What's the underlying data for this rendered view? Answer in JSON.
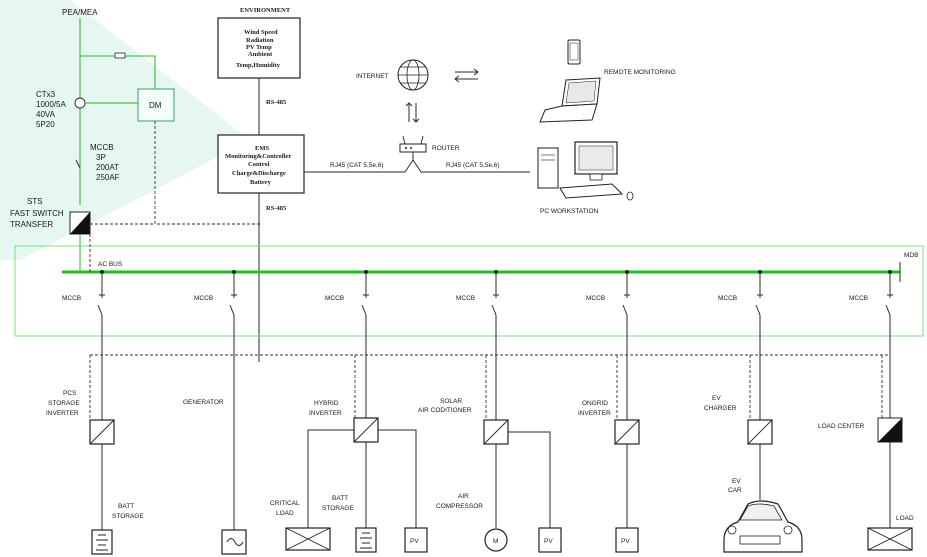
{
  "top": {
    "supply_label": "PEA/MEA",
    "ct_lines": [
      "CTx3",
      "1000/5A",
      "40VA",
      "5P20"
    ],
    "dm_label": "DM",
    "mccb_main_lines": [
      "MCCB",
      "3P",
      "200AT",
      "250AF"
    ],
    "sts_lines": [
      "STS",
      "FAST SWITCH",
      "TRANSFER"
    ]
  },
  "environment": {
    "title": "ENVIRONMENT",
    "lines": [
      "Wind Speed",
      "Radiation",
      "PV Temp",
      "Ambient",
      "Temp,Humidity"
    ],
    "rs485_top": "RS-485"
  },
  "ems": {
    "lines": [
      "EMS",
      "Monitoring&Controller",
      "Control",
      "Charge&Discharge",
      "Battery"
    ],
    "rs485_bottom": "RS-485"
  },
  "network": {
    "internet": "INTERNET",
    "router": "ROUTER",
    "rj45_left": "RJ45 (CAT 5,5e,6)",
    "rj45_right": "RJ45 (CAT 5,5e,6)",
    "remote": "REMOTE MONITORING",
    "pc": "PC WORKSTATION"
  },
  "bus": {
    "ac_bus": "AC BUS",
    "mdb": "MDB",
    "feeders": [
      "MCCB",
      "MCCB",
      "MCCB",
      "MCCB",
      "MCCB",
      "MCCB",
      "MCCB"
    ]
  },
  "loads": {
    "pcs": [
      "PCS",
      "STORAGE",
      "INVERTER"
    ],
    "batt_storage": [
      "BATT",
      "STORAGE"
    ],
    "generator": "GENERATOR",
    "hybrid": [
      "HYBRID",
      "INVERTER"
    ],
    "critical": [
      "CRITICAL",
      "LOAD"
    ],
    "batt_storage2": [
      "BATT",
      "STORAGE"
    ],
    "pv1": "PV",
    "solar": [
      "SOLAR",
      "AIR CODITIONER"
    ],
    "air_comp": [
      "AIR",
      "COMPRESSOR"
    ],
    "motor": "M",
    "pv2": "PV",
    "ongrid": [
      "ONGRID",
      "INVERTER"
    ],
    "pv3": "PV",
    "ev_charger": [
      "EV",
      "CHARGER"
    ],
    "ev_car": [
      "EV",
      "CAR"
    ],
    "load_center": "LOAD  CENTER",
    "load": "LOAD"
  },
  "colors": {
    "bus_green": "#1fbf1f",
    "teal_bg": "#e6f6f1"
  }
}
